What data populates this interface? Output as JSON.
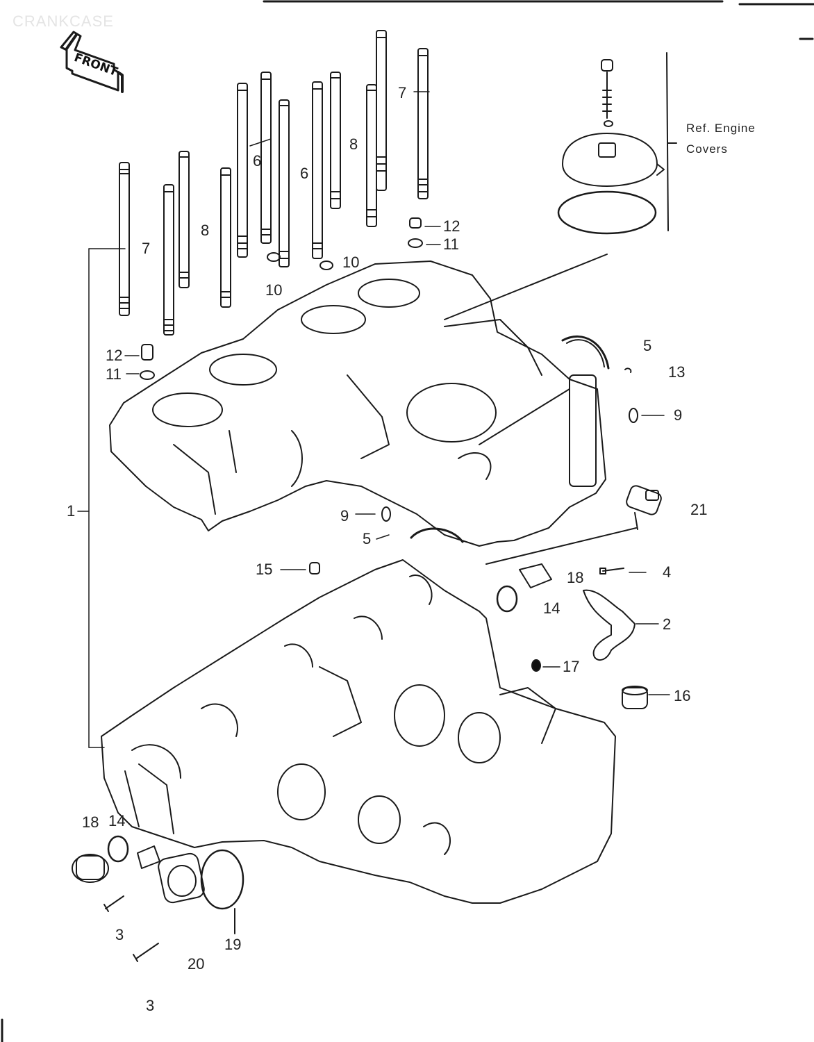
{
  "header": {
    "section_title": "CRANKCASE"
  },
  "front_arrow": {
    "label": "FRONT"
  },
  "reference_note": {
    "line1": "Ref. Engine",
    "line2": "Covers"
  },
  "callouts": [
    {
      "id": "c7a",
      "text": "7"
    },
    {
      "id": "c7b",
      "text": "7"
    },
    {
      "id": "c8a",
      "text": "8"
    },
    {
      "id": "c8b",
      "text": "8"
    },
    {
      "id": "c6a",
      "text": "6"
    },
    {
      "id": "c6b",
      "text": "6"
    },
    {
      "id": "c12a",
      "text": "12"
    },
    {
      "id": "c11a",
      "text": "11"
    },
    {
      "id": "c10a",
      "text": "10"
    },
    {
      "id": "c10b",
      "text": "10"
    },
    {
      "id": "c12b",
      "text": "12"
    },
    {
      "id": "c11b",
      "text": "11"
    },
    {
      "id": "c5a",
      "text": "5"
    },
    {
      "id": "c13",
      "text": "13"
    },
    {
      "id": "c9a",
      "text": "9"
    },
    {
      "id": "c1",
      "text": "1"
    },
    {
      "id": "c9b",
      "text": "9"
    },
    {
      "id": "c5b",
      "text": "5"
    },
    {
      "id": "c21",
      "text": "21"
    },
    {
      "id": "c15",
      "text": "15"
    },
    {
      "id": "c18a",
      "text": "18"
    },
    {
      "id": "c4",
      "text": "4"
    },
    {
      "id": "c14a",
      "text": "14"
    },
    {
      "id": "c2",
      "text": "2"
    },
    {
      "id": "c17",
      "text": "17"
    },
    {
      "id": "c16",
      "text": "16"
    },
    {
      "id": "c18b",
      "text": "18"
    },
    {
      "id": "c14b",
      "text": "14"
    },
    {
      "id": "c3a",
      "text": "3"
    },
    {
      "id": "c19",
      "text": "19"
    },
    {
      "id": "c20",
      "text": "20"
    },
    {
      "id": "c3b",
      "text": "3"
    }
  ]
}
